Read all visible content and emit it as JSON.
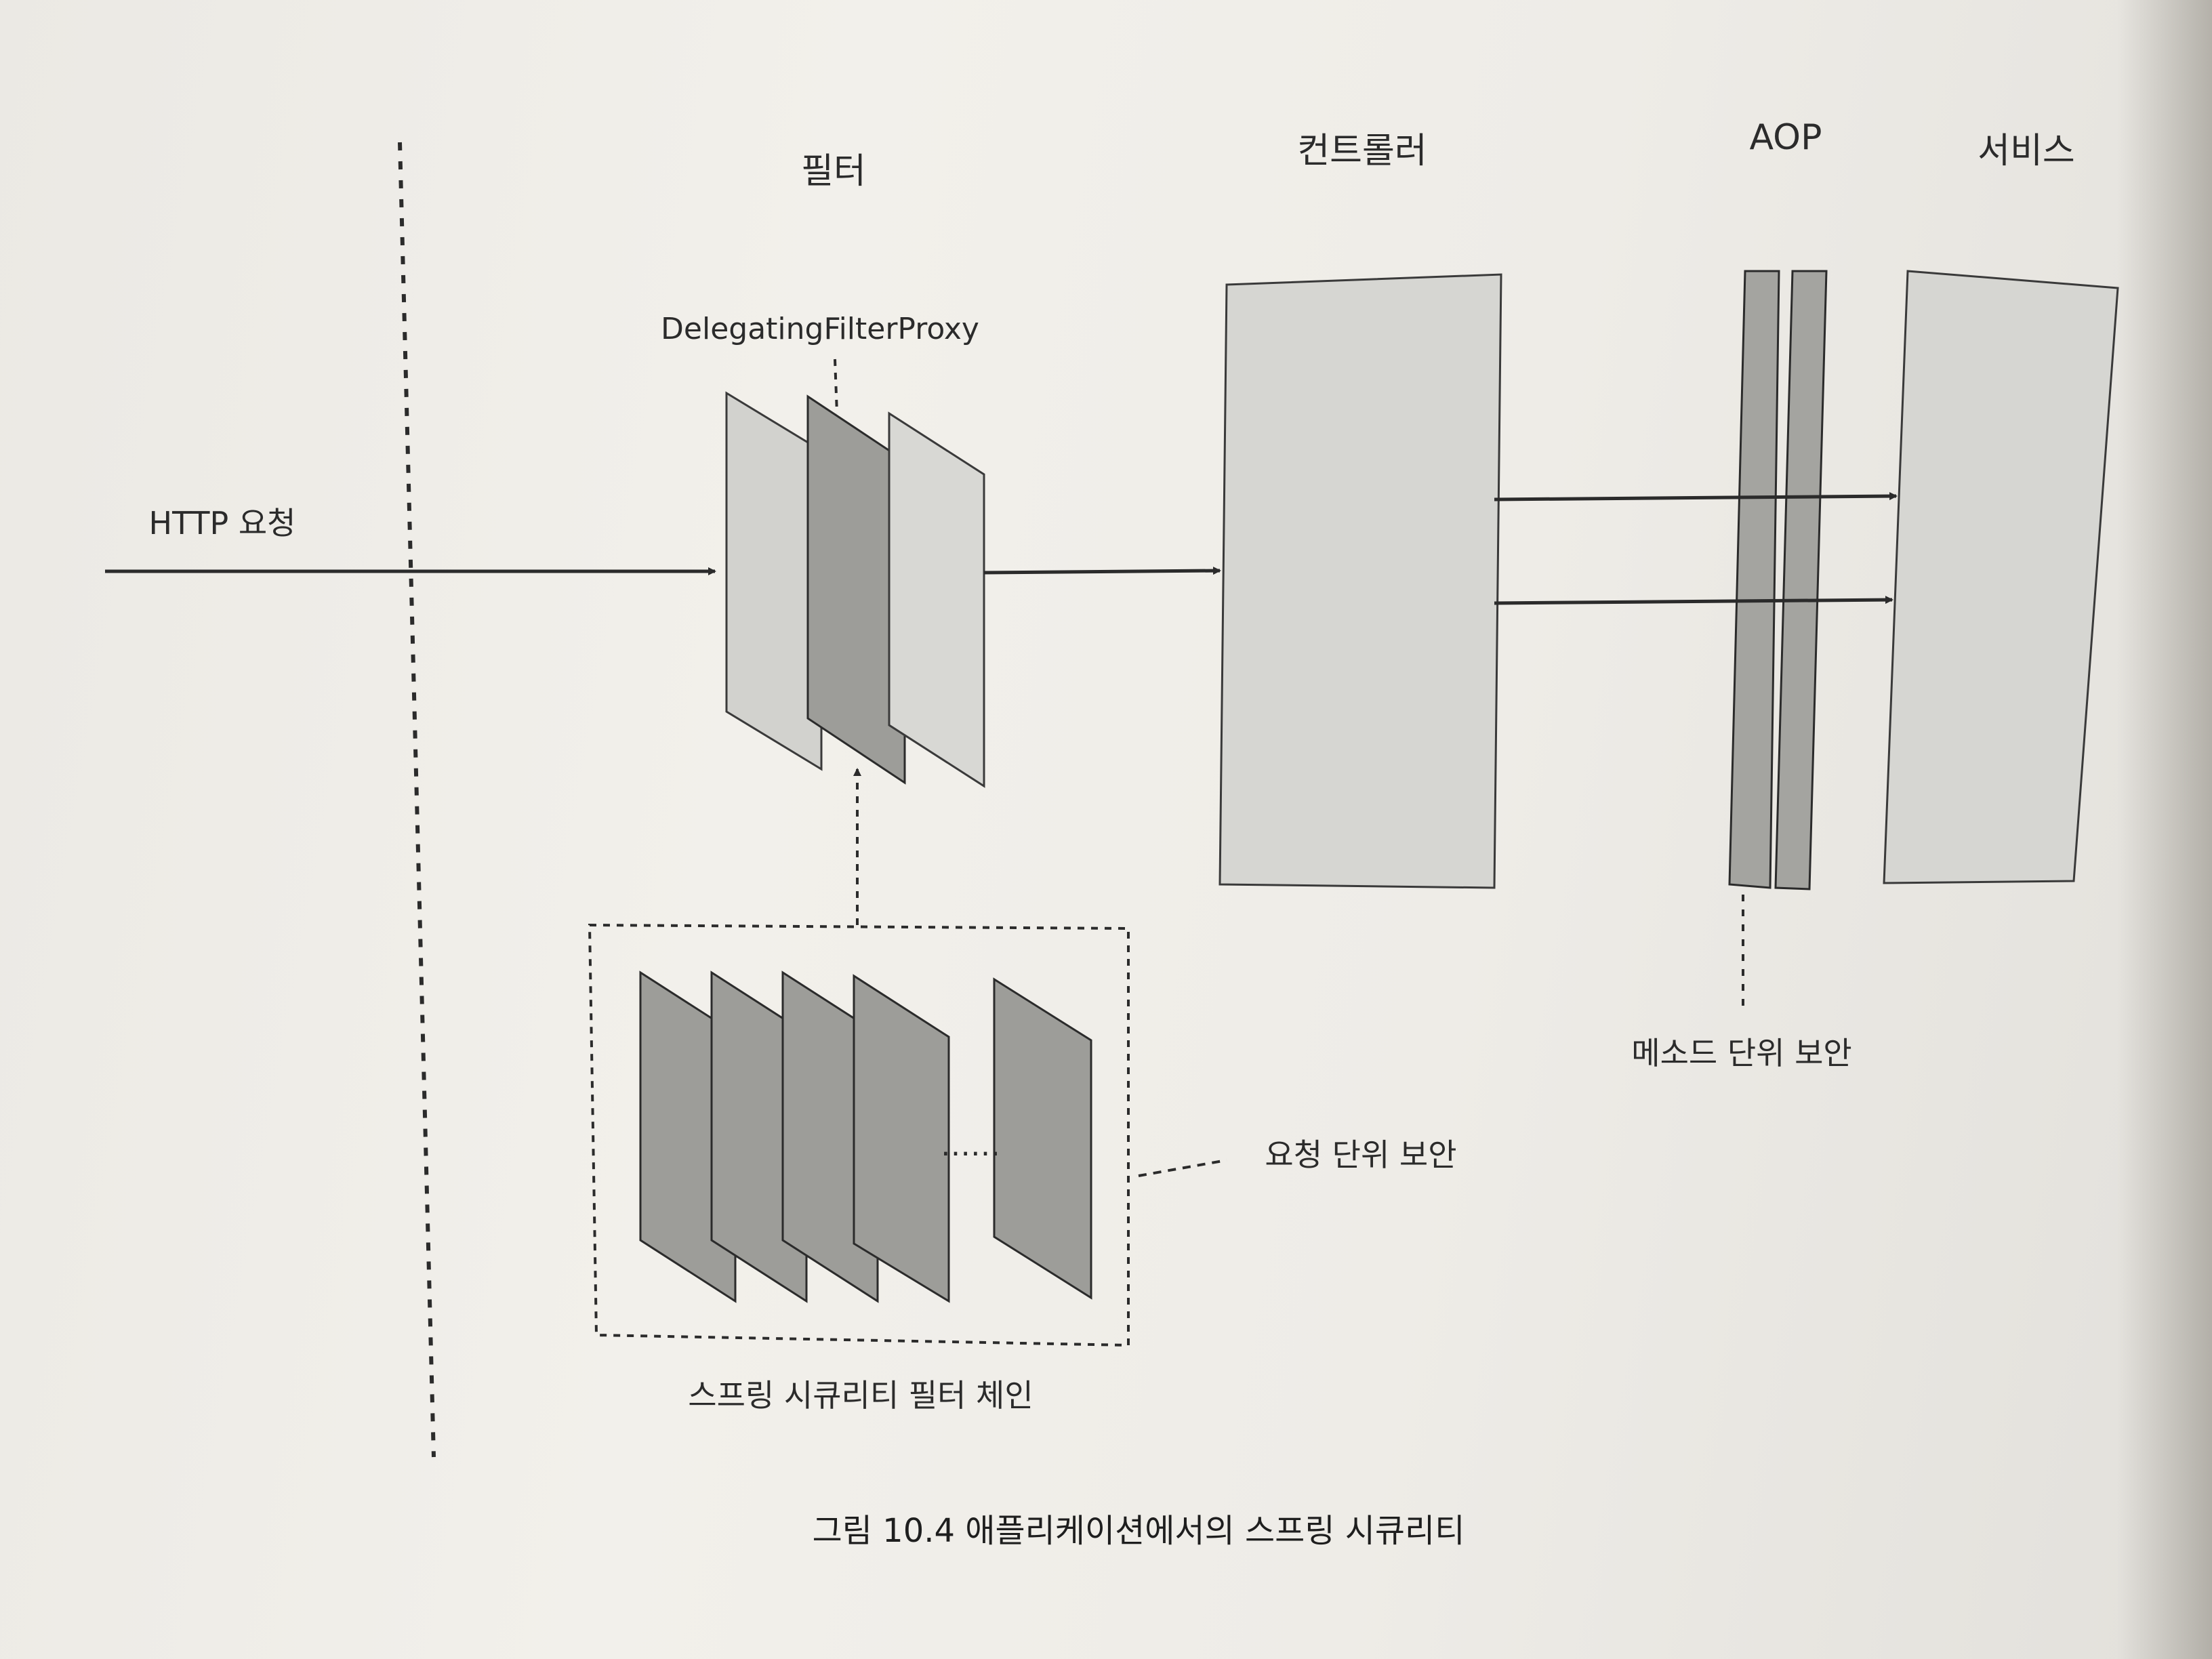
{
  "labels": {
    "filter": "필터",
    "controller": "컨트롤러",
    "aop": "AOP",
    "service": "서비스",
    "delegating_filter_proxy": "DelegatingFilterProxy",
    "http_request": "HTTP 요청",
    "method_security": "메소드 단위 보안",
    "request_security": "요청 단위 보안",
    "filter_chain": "스프링 시큐리티 필터 체인",
    "ellipsis": "……"
  },
  "caption": "그림 10.4 애플리케이션에서의 스프링 시큐리티",
  "colors": {
    "ink": "#2b2b2b",
    "light_panel": "#d4d4d0",
    "mid_panel": "#a9a9a5",
    "dark_panel": "#8f8f8b",
    "page": "#f0eee9"
  }
}
